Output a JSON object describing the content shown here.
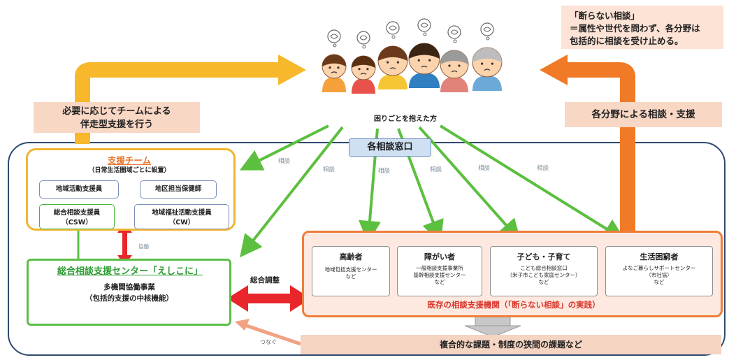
{
  "note": {
    "lines": [
      "「断らない相談」",
      "＝属性や世代を問わず、各分野は",
      "包括的に相談を受け止める。"
    ]
  },
  "team_bubble": {
    "lines": [
      "必要に応じてチームによる",
      "伴走型支援を行う"
    ]
  },
  "fields_bubble": "各分野による相談・支援",
  "people_caption": "困りごとを抱えた方",
  "window_label": "各相談窓口",
  "consult_label": "相談",
  "support_team": {
    "title": "支援チーム",
    "subtitle": "（日常生活圏域ごとに設置）",
    "members": {
      "regional_activity": "地域活動支援員",
      "public_health_nurse": "地区担当保健師",
      "csw_name": "総合相談支援員",
      "csw_abbr": "（CSW）",
      "cw_name": "地域福祉活動支援員",
      "cw_abbr": "（CW）"
    }
  },
  "cooperation_label": "協働",
  "center": {
    "title": "総合相談支援センター「えしこに」",
    "line1": "多機関協働事業",
    "line2": "（包括的支援の中核機能）"
  },
  "adjustment_label": "総合調整",
  "existing": {
    "caption": "既存の相談支援機関（「断らない相談」の実践）",
    "cards": [
      {
        "title": "高齢者",
        "lines": [
          "地域包括支援センター",
          "など"
        ]
      },
      {
        "title": "障がい者",
        "lines": [
          "一般相談支援事業所",
          "基幹相談支援センター",
          "など"
        ]
      },
      {
        "title": "子ども・子育て",
        "lines": [
          "こども総合相談窓口",
          "（米子市こども家庭センター）",
          "など"
        ]
      },
      {
        "title": "生活困窮者",
        "lines": [
          "よなご暮らしサポートセンター",
          "（市社協）",
          "など"
        ]
      }
    ]
  },
  "bottom_bar": "複合的な課題・制度の狭間の課題など",
  "connect_label": "つなぐ",
  "colors": {
    "orange": "#f07a26",
    "yellow": "#f7b82b",
    "green": "#5cbf3f",
    "red": "#e8262b",
    "navy": "#2f4a6d"
  }
}
